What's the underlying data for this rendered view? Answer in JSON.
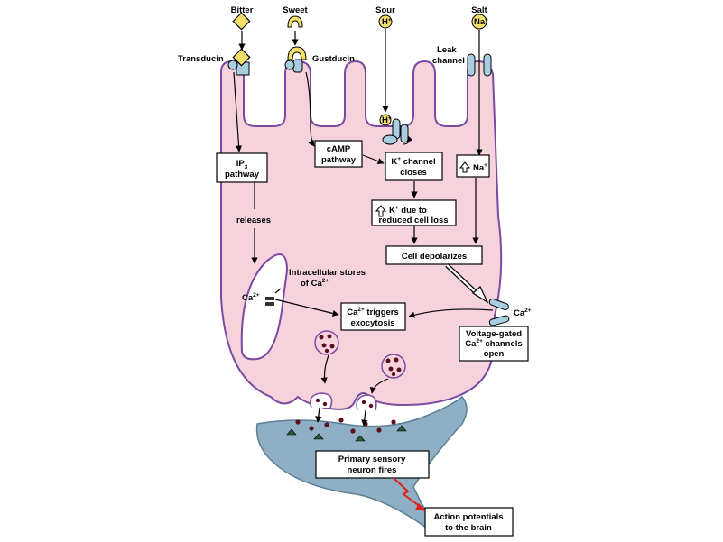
{
  "tastants": {
    "bitter": "Bitter",
    "sweet": "Sweet",
    "sour": "Sour",
    "salt": "Salt"
  },
  "ions": {
    "h": "H",
    "h_sup": "+",
    "na": "Na",
    "na_sup": "+",
    "k": "K",
    "k_sup": "+",
    "ca": "Ca",
    "ca_sup": "2+"
  },
  "receptors": {
    "transducin": "Transducin",
    "gustducin": "Gustducin",
    "leak_line1": "Leak",
    "leak_line2": "channel"
  },
  "boxes": {
    "ip3_main": "IP",
    "ip3_sub": "3",
    "ip3_line2": "pathway",
    "camp_line1": "cAMP",
    "camp_line2": "pathway",
    "kclose_rest": " channel",
    "kclose_line2": "closes",
    "kdue_rest": " due to",
    "kdue_line2": "reduced cell loss",
    "depolarizes": "Cell depolarizes",
    "triggers_rest": " triggers",
    "triggers_line2": "exocytosis",
    "vgated_line1": "Voltage-gated",
    "vgated_rest": " channels",
    "vgated_line3": "open",
    "sensory_line1": "Primary sensory",
    "sensory_line2": "neuron fires",
    "ap_line1": "Action potentials",
    "ap_line2": "to the brain"
  },
  "labels": {
    "releases": "releases",
    "stores_line1": "Intracellular stores",
    "stores_line2": "of Ca"
  },
  "colors": {
    "cell_fill": "#f6d3dc",
    "cell_stroke": "#7b4aa0",
    "neuron_fill": "#8fb0c4",
    "neuron_stroke": "#5a7f96",
    "yellow": "#f5e06a",
    "channel_blue": "#a9cde0",
    "vesicle_dot": "#5a0f1f",
    "red_bolt": "#e0201a"
  }
}
